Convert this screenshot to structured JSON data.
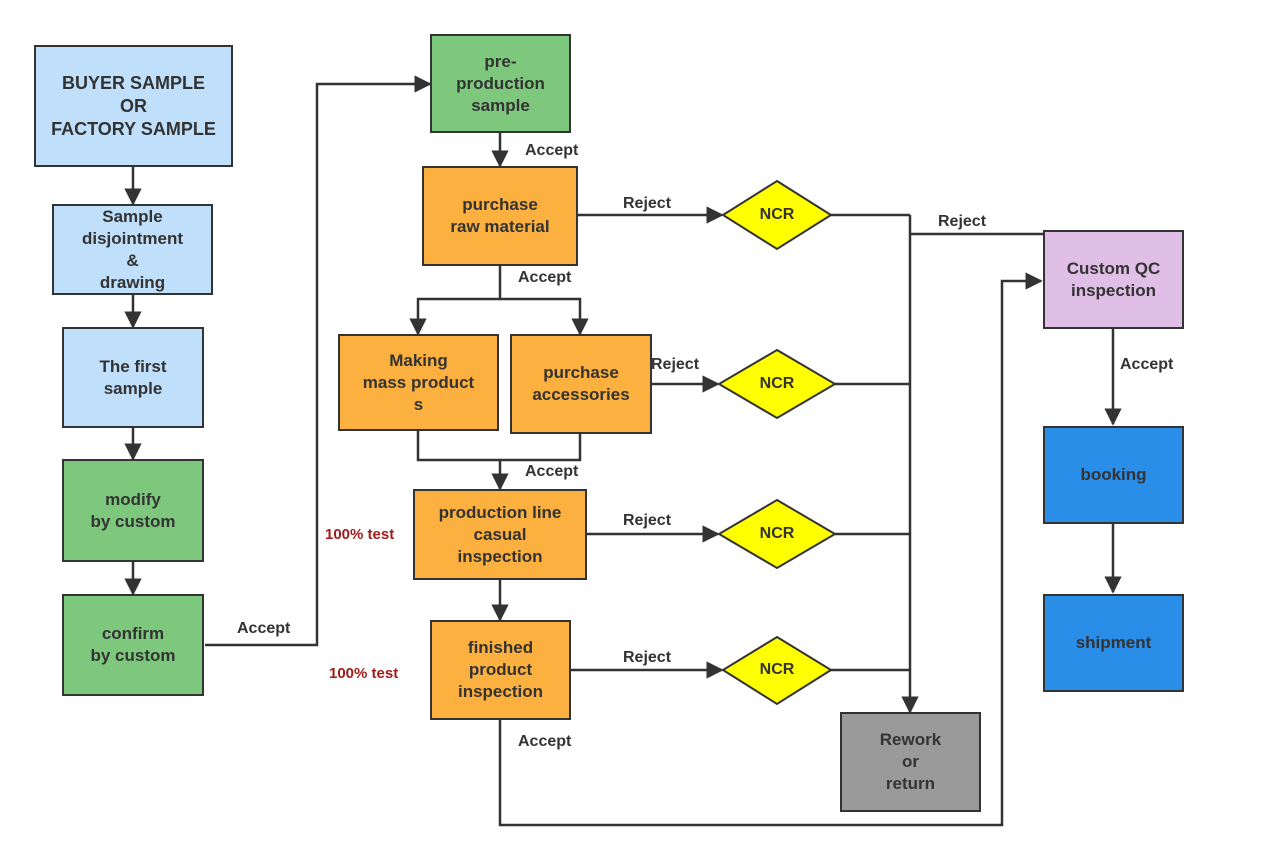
{
  "colors": {
    "sample_blue": "#bfdffa",
    "green": "#7ec87e",
    "orange": "#fbb040",
    "ncr_yellow": "#ffff00",
    "qc_purple": "#dfbfe6",
    "ship_blue": "#2a8ee8",
    "rework_gray": "#9a9a9a",
    "test_label_red": "#a01c1c",
    "line": "#333333"
  },
  "nodes": {
    "buyer_sample": "BUYER SAMPLE\nOR\nFACTORY SAMPLE",
    "sample_disjointment": "Sample\ndisjointment\n&\ndrawing",
    "first_sample": "The first\nsample",
    "modify_by_custom": "modify\nby custom",
    "confirm_by_custom": "confirm\nby custom",
    "pre_production_sample": "pre-\nproduction\nsample",
    "purchase_raw_material": "purchase\nraw material",
    "making_mass_products": "Making\nmass product\ns",
    "purchase_accessories": "purchase\naccessories",
    "production_line_inspection": "production line\ncasual\ninspection",
    "finished_product_inspection": "finished\nproduct\ninspection",
    "rework_or_return": "Rework\nor\nreturn",
    "custom_qc_inspection": "Custom QC\ninspection",
    "booking": "booking",
    "shipment": "shipment"
  },
  "ncr_label": "NCR",
  "edge_labels": {
    "accept_confirm": "Accept",
    "accept_pre_production": "Accept",
    "accept_raw_material": "Accept",
    "accept_mass": "Accept",
    "accept_finished": "Accept",
    "accept_qc": "Accept",
    "reject_raw_material": "Reject",
    "reject_accessories": "Reject",
    "reject_production_line": "Reject",
    "reject_finished": "Reject",
    "reject_qc": "Reject"
  },
  "test_labels": {
    "production_line": "100% test",
    "finished_product": "100% test"
  }
}
